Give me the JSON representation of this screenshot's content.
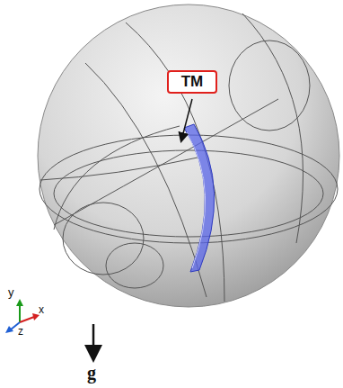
{
  "diagram": {
    "nodes": [
      {
        "text": [
          "TM"
        ]
      }
    ],
    "labels": [
      "y",
      "x",
      "z",
      "g"
    ]
  }
}
